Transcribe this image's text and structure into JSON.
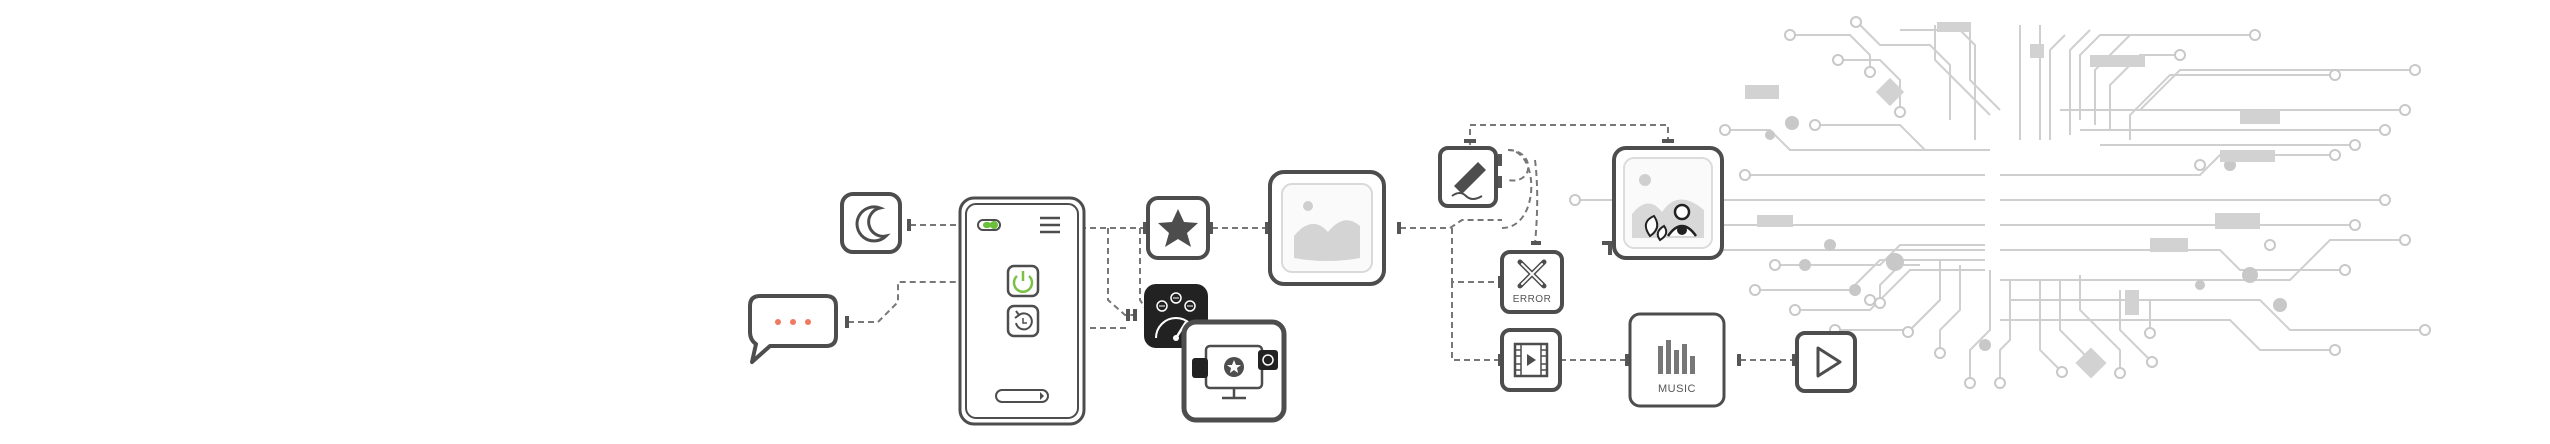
{
  "diagram": {
    "labels": {
      "error": "ERROR",
      "music": "MUSIC"
    },
    "colors": {
      "outline": "#4d4d4d",
      "connector": "#777777",
      "circuit": "#cfcfcf",
      "toggle_green": "#6bbf3a",
      "power_green": "#7ac143",
      "chat_dots": "#f07a60",
      "dark_tile": "#222222"
    },
    "icons": [
      "moon-icon",
      "chat-icon",
      "phone-icon",
      "power-icon",
      "rotate-icon",
      "star-icon",
      "speedometer-icon",
      "monitor-star-icon",
      "image-icon",
      "edit-icon",
      "error-icon",
      "profile-image-icon",
      "film-icon",
      "music-icon",
      "play-icon",
      "circuit-board"
    ]
  }
}
